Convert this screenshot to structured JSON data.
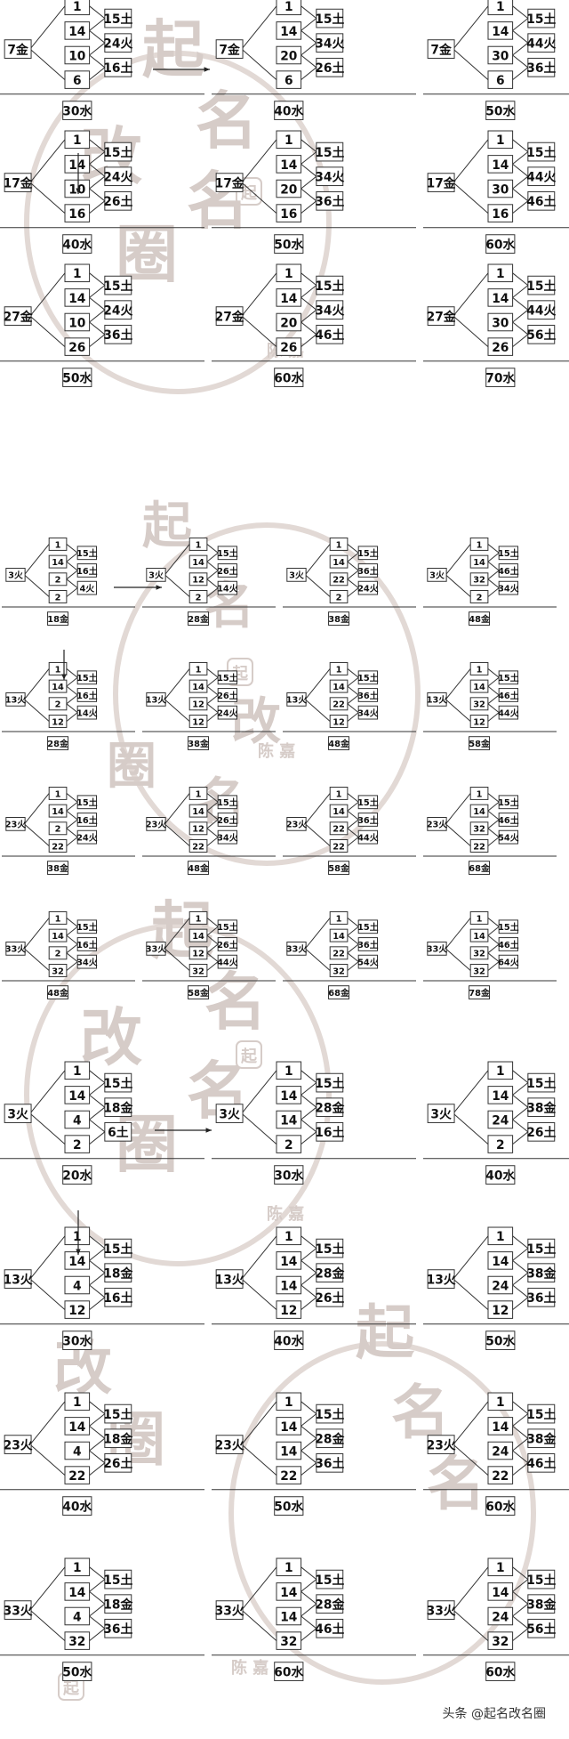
{
  "credit": "头条 @起名改名圈",
  "watermark": {
    "chars": [
      "起",
      "名",
      "改",
      "名",
      "圈"
    ],
    "seal": "起",
    "signature": "陈 嘉"
  },
  "section_1": {
    "diagrams": [
      {
        "left": "7金",
        "nums": [
          "1",
          "14",
          "10",
          "6"
        ],
        "right": [
          "15土",
          "24火",
          "16土"
        ],
        "bottom": "30水"
      },
      {
        "left": "7金",
        "nums": [
          "1",
          "14",
          "20",
          "6"
        ],
        "right": [
          "15土",
          "34火",
          "26土"
        ],
        "bottom": "40水"
      },
      {
        "left": "7金",
        "nums": [
          "1",
          "14",
          "30",
          "6"
        ],
        "right": [
          "15土",
          "44火",
          "36土"
        ],
        "bottom": "50水"
      },
      {
        "left": "17金",
        "nums": [
          "1",
          "14",
          "10",
          "16"
        ],
        "right": [
          "15土",
          "24火",
          "26土"
        ],
        "bottom": "40水"
      },
      {
        "left": "17金",
        "nums": [
          "1",
          "14",
          "20",
          "16"
        ],
        "right": [
          "15土",
          "34火",
          "36土"
        ],
        "bottom": "50水"
      },
      {
        "left": "17金",
        "nums": [
          "1",
          "14",
          "30",
          "16"
        ],
        "right": [
          "15土",
          "44火",
          "46土"
        ],
        "bottom": "60水"
      },
      {
        "left": "27金",
        "nums": [
          "1",
          "14",
          "10",
          "26"
        ],
        "right": [
          "15土",
          "24火",
          "36土"
        ],
        "bottom": "50水"
      },
      {
        "left": "27金",
        "nums": [
          "1",
          "14",
          "20",
          "26"
        ],
        "right": [
          "15土",
          "34火",
          "46土"
        ],
        "bottom": "60水"
      },
      {
        "left": "27金",
        "nums": [
          "1",
          "14",
          "30",
          "26"
        ],
        "right": [
          "15土",
          "44火",
          "56土"
        ],
        "bottom": "70水"
      }
    ]
  },
  "section_2": {
    "diagrams": [
      {
        "left": "3火",
        "nums": [
          "1",
          "14",
          "2",
          "2"
        ],
        "right": [
          "15土",
          "16土",
          "4火"
        ],
        "bottom": "18金"
      },
      {
        "left": "3火",
        "nums": [
          "1",
          "14",
          "12",
          "2"
        ],
        "right": [
          "15土",
          "26土",
          "14火"
        ],
        "bottom": "28金"
      },
      {
        "left": "3火",
        "nums": [
          "1",
          "14",
          "22",
          "2"
        ],
        "right": [
          "15土",
          "36土",
          "24火"
        ],
        "bottom": "38金"
      },
      {
        "left": "3火",
        "nums": [
          "1",
          "14",
          "32",
          "2"
        ],
        "right": [
          "15土",
          "46土",
          "34火"
        ],
        "bottom": "48金"
      },
      {
        "left": "13火",
        "nums": [
          "1",
          "14",
          "2",
          "12"
        ],
        "right": [
          "15土",
          "16土",
          "14火"
        ],
        "bottom": "28金"
      },
      {
        "left": "13火",
        "nums": [
          "1",
          "14",
          "12",
          "12"
        ],
        "right": [
          "15土",
          "26土",
          "24火"
        ],
        "bottom": "38金"
      },
      {
        "left": "13火",
        "nums": [
          "1",
          "14",
          "22",
          "12"
        ],
        "right": [
          "15土",
          "36土",
          "34火"
        ],
        "bottom": "48金"
      },
      {
        "left": "13火",
        "nums": [
          "1",
          "14",
          "32",
          "12"
        ],
        "right": [
          "15土",
          "46土",
          "44火"
        ],
        "bottom": "58金"
      },
      {
        "left": "23火",
        "nums": [
          "1",
          "14",
          "2",
          "22"
        ],
        "right": [
          "15土",
          "16土",
          "24火"
        ],
        "bottom": "38金"
      },
      {
        "left": "23火",
        "nums": [
          "1",
          "14",
          "12",
          "22"
        ],
        "right": [
          "15土",
          "26土",
          "34火"
        ],
        "bottom": "48金"
      },
      {
        "left": "23火",
        "nums": [
          "1",
          "14",
          "22",
          "22"
        ],
        "right": [
          "15土",
          "36土",
          "44火"
        ],
        "bottom": "58金"
      },
      {
        "left": "23火",
        "nums": [
          "1",
          "14",
          "32",
          "22"
        ],
        "right": [
          "15土",
          "46土",
          "54火"
        ],
        "bottom": "68金"
      },
      {
        "left": "33火",
        "nums": [
          "1",
          "14",
          "2",
          "32"
        ],
        "right": [
          "15土",
          "16土",
          "34火"
        ],
        "bottom": "48金"
      },
      {
        "left": "33火",
        "nums": [
          "1",
          "14",
          "12",
          "32"
        ],
        "right": [
          "15土",
          "26土",
          "44火"
        ],
        "bottom": "58金"
      },
      {
        "left": "33火",
        "nums": [
          "1",
          "14",
          "22",
          "32"
        ],
        "right": [
          "15土",
          "36土",
          "54火"
        ],
        "bottom": "68金"
      },
      {
        "left": "33火",
        "nums": [
          "1",
          "14",
          "32",
          "32"
        ],
        "right": [
          "15土",
          "46土",
          "64火"
        ],
        "bottom": "78金"
      }
    ]
  },
  "section_3": {
    "diagrams": [
      {
        "left": "3火",
        "nums": [
          "1",
          "14",
          "4",
          "2"
        ],
        "right": [
          "15土",
          "18金",
          "6土"
        ],
        "bottom": "20水"
      },
      {
        "left": "3火",
        "nums": [
          "1",
          "14",
          "14",
          "2"
        ],
        "right": [
          "15土",
          "28金",
          "16土"
        ],
        "bottom": "30水"
      },
      {
        "left": "3火",
        "nums": [
          "1",
          "14",
          "24",
          "2"
        ],
        "right": [
          "15土",
          "38金",
          "26土"
        ],
        "bottom": "40水"
      },
      {
        "left": "13火",
        "nums": [
          "1",
          "14",
          "4",
          "12"
        ],
        "right": [
          "15土",
          "18金",
          "16土"
        ],
        "bottom": "30水"
      },
      {
        "left": "13火",
        "nums": [
          "1",
          "14",
          "14",
          "12"
        ],
        "right": [
          "15土",
          "28金",
          "26土"
        ],
        "bottom": "40水"
      },
      {
        "left": "13火",
        "nums": [
          "1",
          "14",
          "24",
          "12"
        ],
        "right": [
          "15土",
          "38金",
          "36土"
        ],
        "bottom": "50水"
      },
      {
        "left": "23火",
        "nums": [
          "1",
          "14",
          "4",
          "22"
        ],
        "right": [
          "15土",
          "18金",
          "26土"
        ],
        "bottom": "40水"
      },
      {
        "left": "23火",
        "nums": [
          "1",
          "14",
          "14",
          "22"
        ],
        "right": [
          "15土",
          "28金",
          "36土"
        ],
        "bottom": "50水"
      },
      {
        "left": "23火",
        "nums": [
          "1",
          "14",
          "24",
          "22"
        ],
        "right": [
          "15土",
          "38金",
          "46土"
        ],
        "bottom": "60水"
      },
      {
        "left": "33火",
        "nums": [
          "1",
          "14",
          "4",
          "32"
        ],
        "right": [
          "15土",
          "18金",
          "36土"
        ],
        "bottom": "50水"
      },
      {
        "left": "33火",
        "nums": [
          "1",
          "14",
          "14",
          "32"
        ],
        "right": [
          "15土",
          "28金",
          "46土"
        ],
        "bottom": "60水"
      },
      {
        "left": "33火",
        "nums": [
          "1",
          "14",
          "24",
          "32"
        ],
        "right": [
          "15土",
          "38金",
          "56土"
        ],
        "bottom": "60水"
      }
    ]
  }
}
